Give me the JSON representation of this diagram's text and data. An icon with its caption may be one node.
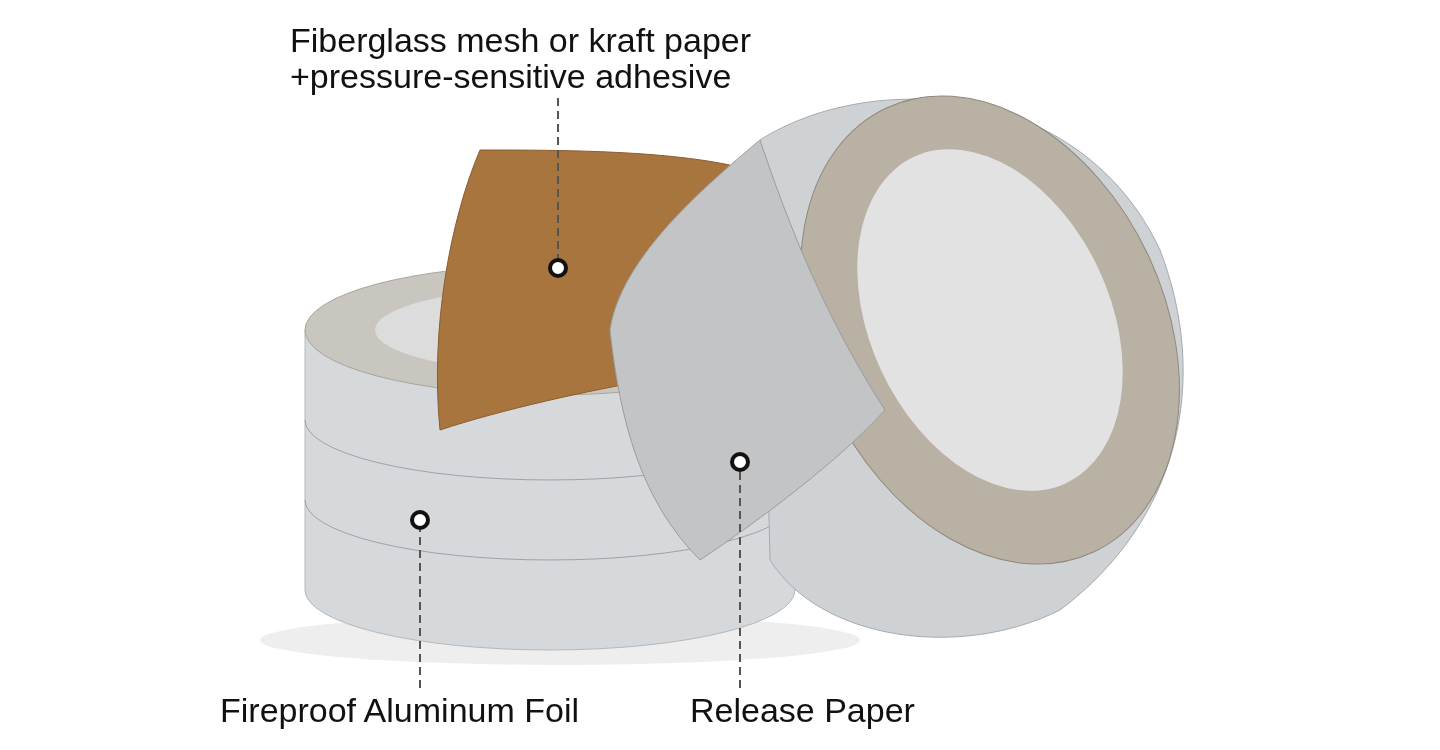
{
  "diagram": {
    "nodes": [
      {
        "text": [
          "Fiberglass mesh or kraft paper +pressure-sensitive adhesive"
        ]
      },
      {
        "text": [],
        "shape": "circle"
      },
      {
        "text": [],
        "shape": "circle"
      },
      {
        "text": [],
        "shape": "circle"
      },
      {
        "text": [
          "Fireproof Aluminum Foil"
        ]
      },
      {
        "text": [
          "Release Paper"
        ]
      }
    ],
    "edges": [
      {
        "from": 0,
        "to": 1,
        "arrow": "none",
        "style": "dashed"
      },
      {
        "from": 4,
        "to": 3,
        "arrow": "none",
        "style": "dashed"
      },
      {
        "from": 5,
        "to": 2,
        "arrow": "none",
        "style": "dashed"
      }
    ]
  }
}
